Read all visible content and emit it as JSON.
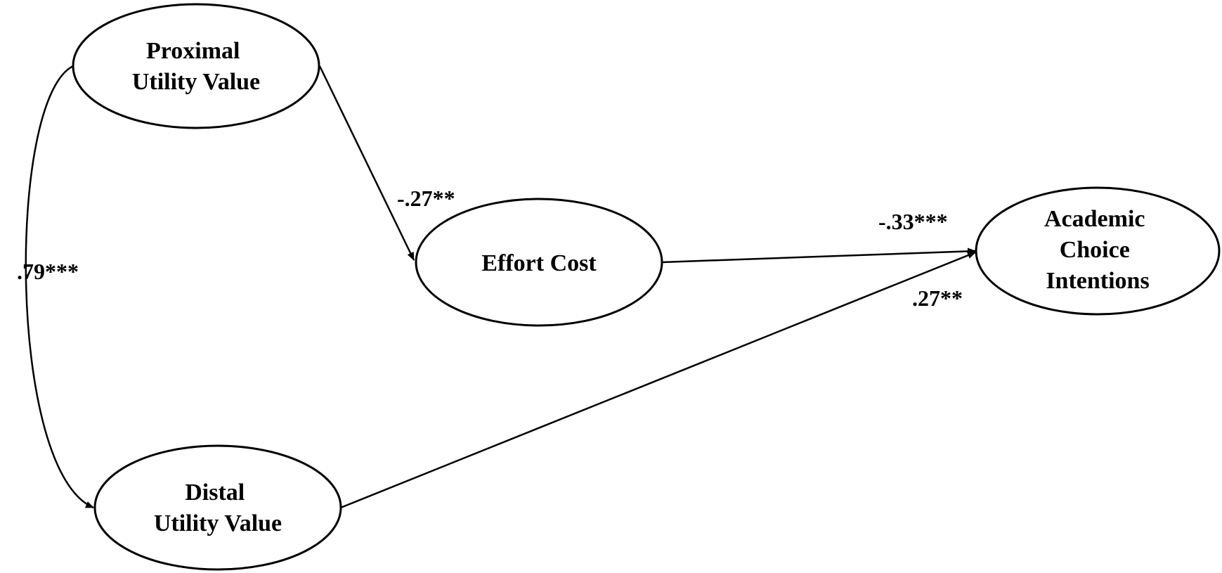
{
  "diagram": {
    "nodes": {
      "proximal": {
        "lines": [
          "Proximal",
          "Utility Value"
        ]
      },
      "distal": {
        "lines": [
          "Distal",
          "Utility Value"
        ]
      },
      "effort": {
        "lines": [
          "Effort Cost"
        ]
      },
      "academic": {
        "lines": [
          "Academic",
          "Choice",
          "Intentions"
        ]
      }
    },
    "paths": {
      "proximal_distal": {
        "label": ".79***"
      },
      "proximal_effort": {
        "label": "-.27**"
      },
      "effort_academic": {
        "label": "-.33***"
      },
      "distal_academic": {
        "label": ".27**"
      }
    }
  }
}
